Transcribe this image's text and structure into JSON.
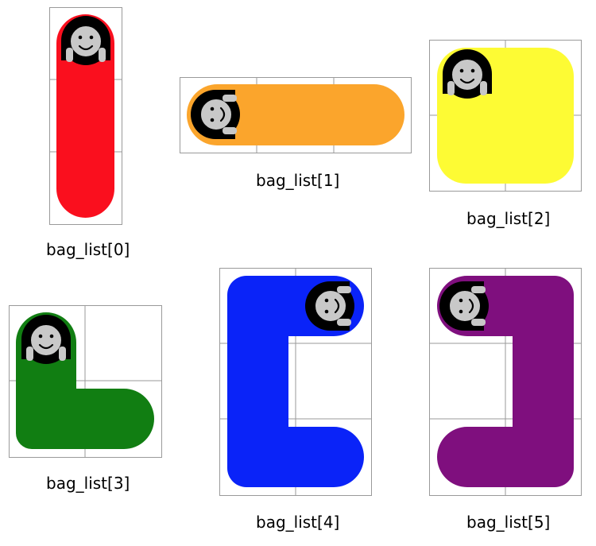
{
  "colors": {
    "bag0": "#fa0f1e",
    "bag1": "#fba52c",
    "bag2": "#fdfb34",
    "bag3": "#117e12",
    "bag4": "#0a23f8",
    "bag5": "#7f0f7e",
    "grid": "#9a9a9a",
    "face": "#c8c8c8",
    "hair": "#000000"
  },
  "bags": [
    {
      "label": "bag_list[0]"
    },
    {
      "label": "bag_list[1]"
    },
    {
      "label": "bag_list[2]"
    },
    {
      "label": "bag_list[3]"
    },
    {
      "label": "bag_list[4]"
    },
    {
      "label": "bag_list[5]"
    }
  ]
}
